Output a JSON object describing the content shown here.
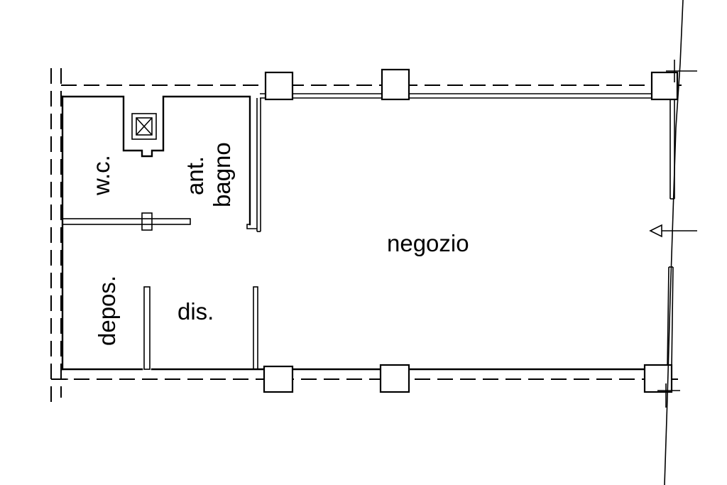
{
  "rooms": {
    "wc": "w.c.",
    "ant": "ant.",
    "bagno": "bagno",
    "negozio": "negozio",
    "depos": "depos.",
    "dis": "dis."
  },
  "colors": {
    "ink": "#000000",
    "paper": "#ffffff"
  }
}
